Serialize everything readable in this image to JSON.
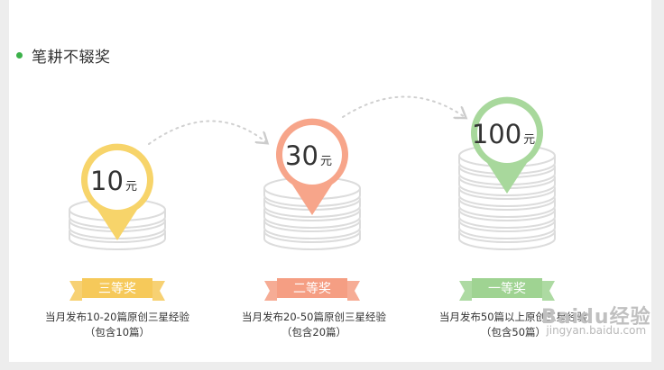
{
  "section": {
    "title": "笔耕不辍奖"
  },
  "tiers": [
    {
      "amount": "10",
      "unit": "元",
      "award": "三等奖",
      "desc": "当月发布10-20篇原创三星经验",
      "note": "（包含10篇）",
      "color": "#f7d46a",
      "ribbon": "#f6c95a",
      "stack": 3
    },
    {
      "amount": "30",
      "unit": "元",
      "award": "二等奖",
      "desc": "当月发布20-50篇原创三星经验",
      "note": "（包含20篇）",
      "color": "#f7a58a",
      "ribbon": "#f59e83",
      "stack": 5
    },
    {
      "amount": "100",
      "unit": "元",
      "award": "一等奖",
      "desc": "当月发布50篇以上原创三星经验",
      "note": "（包含50篇）",
      "color": "#a8d89c",
      "ribbon": "#9fd392",
      "stack": 8
    }
  ],
  "watermark": {
    "brand": "Baidu经验",
    "url": "jingyan.baidu.com"
  }
}
